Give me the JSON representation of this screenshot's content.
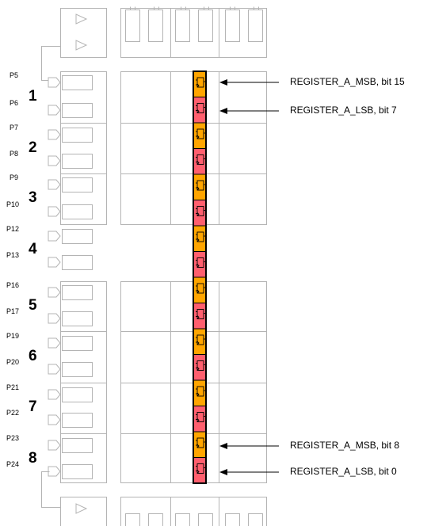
{
  "groups": [
    {
      "number": "1",
      "pins": [
        "P5",
        "P6"
      ]
    },
    {
      "number": "2",
      "pins": [
        "P7",
        "P8"
      ]
    },
    {
      "number": "3",
      "pins": [
        "P9",
        "P10"
      ]
    },
    {
      "number": "4",
      "pins": [
        "P12",
        "P13"
      ]
    },
    {
      "number": "5",
      "pins": [
        "P16",
        "P17"
      ]
    },
    {
      "number": "6",
      "pins": [
        "P19",
        "P20"
      ]
    },
    {
      "number": "7",
      "pins": [
        "P21",
        "P22"
      ]
    },
    {
      "number": "8",
      "pins": [
        "P23",
        "P24"
      ]
    }
  ],
  "annotations": [
    {
      "text": "REGISTER_A_MSB, bit 15"
    },
    {
      "text": "REGISTER_A_LSB, bit 7"
    },
    {
      "text": "REGISTER_A_MSB, bit 8"
    },
    {
      "text": "REGISTER_A_LSB, bit 0"
    }
  ],
  "register_cells": {
    "count": 16,
    "msb_color": "#ffa500",
    "lsb_color": "#ff5f6e",
    "order": [
      "msb",
      "lsb"
    ]
  },
  "colors": {
    "grid_line": "#b4b4b4",
    "outline": "#000000"
  }
}
